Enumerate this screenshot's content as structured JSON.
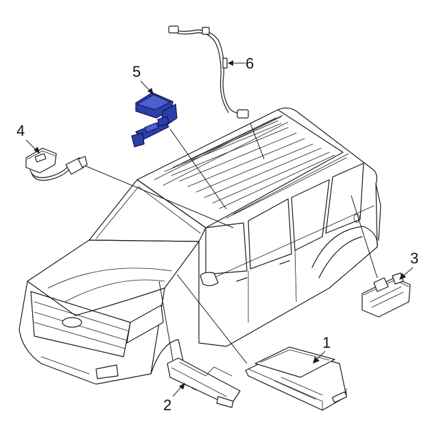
{
  "diagram": {
    "callouts": [
      {
        "id": "1",
        "label": "1"
      },
      {
        "id": "2",
        "label": "2"
      },
      {
        "id": "3",
        "label": "3"
      },
      {
        "id": "4",
        "label": "4"
      },
      {
        "id": "5",
        "label": "5"
      },
      {
        "id": "6",
        "label": "6"
      }
    ],
    "highlight_color": "#2c3ea8",
    "line_color": "#1a1a1a",
    "background_color": "#ffffff"
  }
}
